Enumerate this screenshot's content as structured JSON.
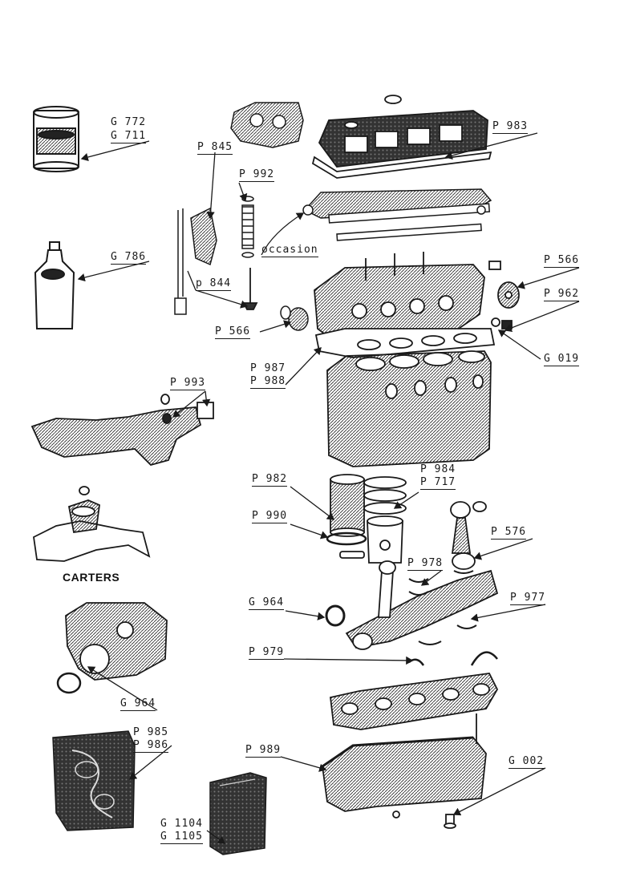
{
  "labels": {
    "g772": "G 772",
    "g711": "G 711",
    "g786": "G 786",
    "p845": "P 845",
    "p992": "P 992",
    "occasion": "occasion",
    "p844": "p 844",
    "p566_left": "P 566",
    "p983": "P 983",
    "p566_right": "P 566",
    "p962": "P 962",
    "g019": "G 019",
    "p987": "P 987",
    "p988": "P 988",
    "p993": "P 993",
    "carters": "CARTERS",
    "p982": "P 982",
    "p984": "P 984",
    "p717": "P 717",
    "p990": "P 990",
    "p576": "P 576",
    "p978": "P 978",
    "g964_mid": "G 964",
    "p977": "P 977",
    "p979": "P 979",
    "g964_left": "G 964",
    "p985": "P 985",
    "p986": "P 986",
    "p989": "P 989",
    "g002": "G 002",
    "g1104": "G 1104",
    "g1105": "G 1105"
  },
  "colors": {
    "ink": "#1a1a1a",
    "paper": "#ffffff"
  }
}
